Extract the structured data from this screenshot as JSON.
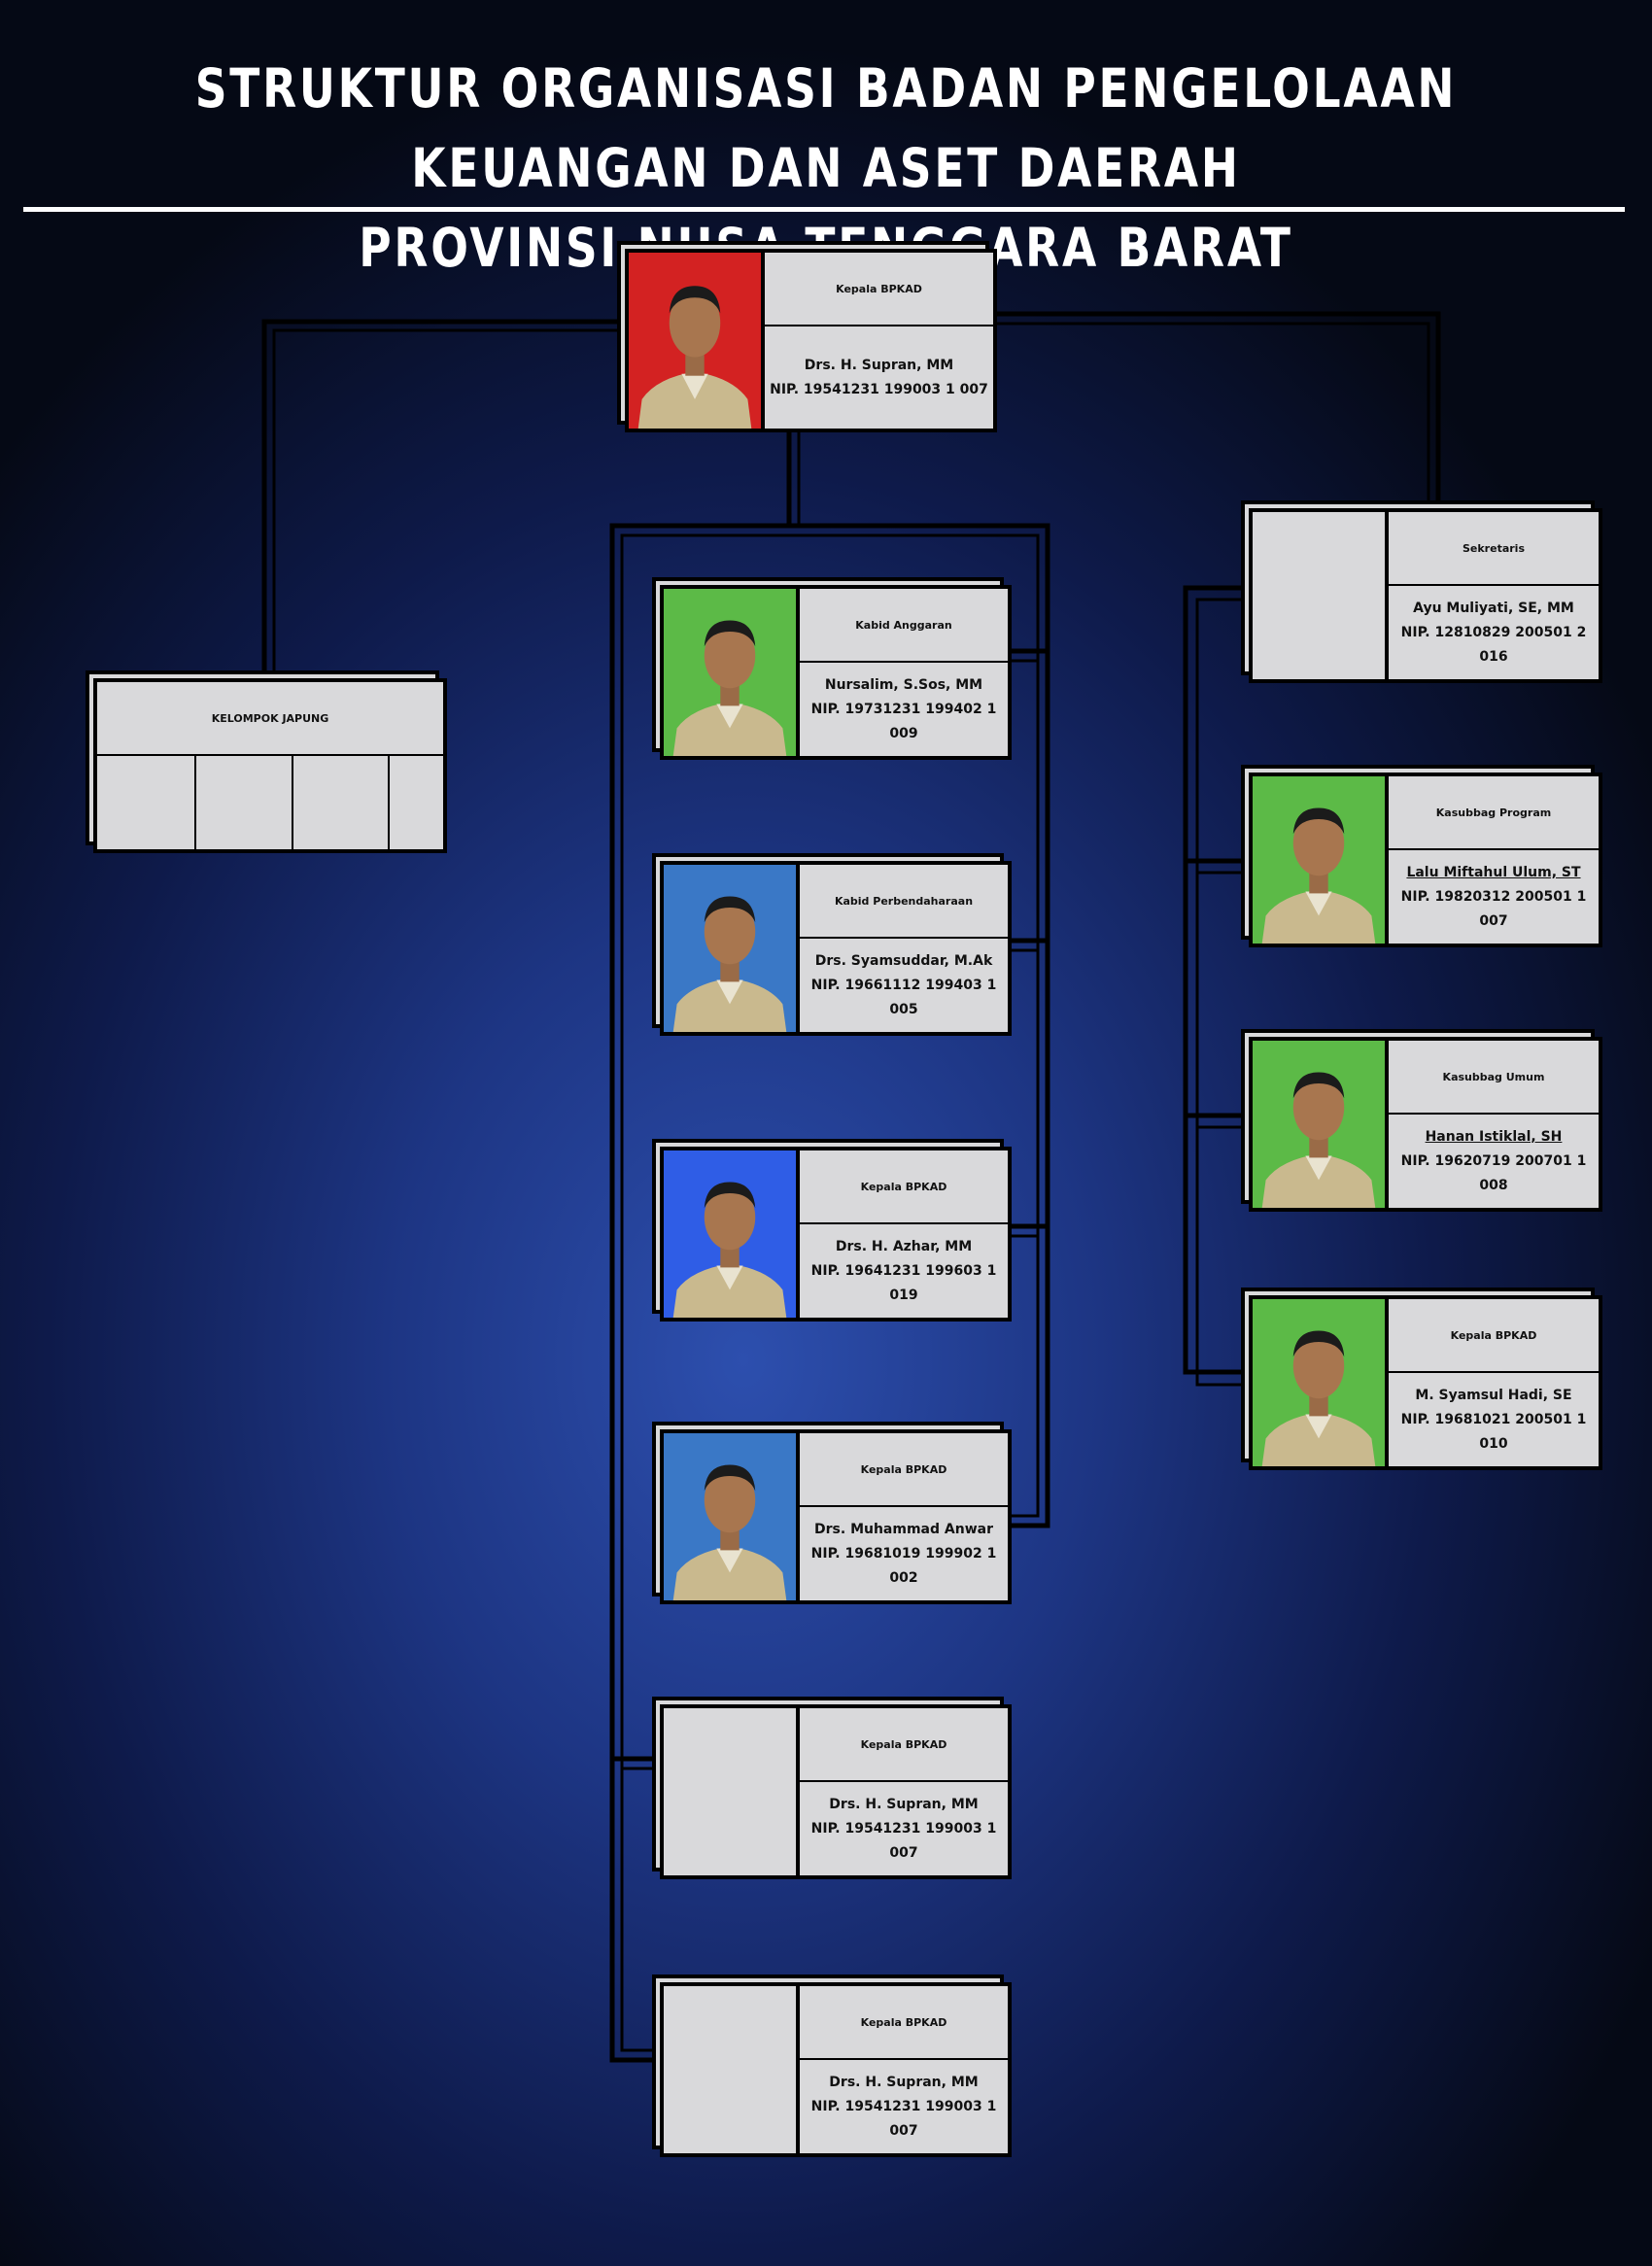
{
  "title": {
    "line1": "STRUKTUR ORGANISASI BADAN PENGELOLAAN KEUANGAN DAN ASET DAERAH",
    "line2": "PROVINSI NUSA TENGGARA BARAT"
  },
  "head": {
    "role": "Kepala BPKAD",
    "name": "Drs. H. Supran, MM",
    "nip": "NIP. 19541231 199003 1 007",
    "photo_bg": "#d32222"
  },
  "group": {
    "title": "KELOMPOK JAPUNG"
  },
  "bidang": [
    {
      "role": "Kabid Anggaran",
      "name": "Nursalim, S.Sos, MM",
      "nip": "NIP. 19731231 199402 1 009",
      "photo_bg": "#5cba47"
    },
    {
      "role": "Kabid Perbendaharaan",
      "name": "Drs. Syamsuddar, M.Ak",
      "nip": "NIP. 19661112 199403 1 005",
      "photo_bg": "#3a78c6"
    },
    {
      "role": "Kepala BPKAD",
      "name": "Drs. H. Azhar, MM",
      "nip": "NIP. 19641231 199603 1 019",
      "photo_bg": "#2f5de6"
    },
    {
      "role": "Kepala BPKAD",
      "name": "Drs. Muhammad Anwar",
      "nip": "NIP. 19681019 199902 1 002",
      "photo_bg": "#3a78c6"
    },
    {
      "role": "Kepala BPKAD",
      "name": "Drs. H. Supran, MM",
      "nip": "NIP. 19541231 199003 1 007",
      "photo_bg": ""
    },
    {
      "role": "Kepala BPKAD",
      "name": "Drs. H. Supran, MM",
      "nip": "NIP. 19541231 199003 1 007",
      "photo_bg": ""
    }
  ],
  "sekretariat": [
    {
      "role": "Sekretaris",
      "name": "Ayu Muliyati, SE, MM",
      "nip": "NIP. 12810829 200501 2 016",
      "photo_bg": "",
      "underline": false
    },
    {
      "role": "Kasubbag Program",
      "name": "Lalu Miftahul Ulum, ST",
      "nip": "NIP. 19820312 200501 1 007",
      "photo_bg": "#5cba47",
      "underline": true
    },
    {
      "role": "Kasubbag Umum",
      "name": "Hanan Istiklal, SH",
      "nip": "NIP. 19620719 200701 1 008",
      "photo_bg": "#5cba47",
      "underline": true
    },
    {
      "role": "Kepala BPKAD",
      "name": "M. Syamsul Hadi, SE",
      "nip": "NIP. 19681021 200501 1 010",
      "photo_bg": "#5cba47",
      "underline": false
    }
  ]
}
